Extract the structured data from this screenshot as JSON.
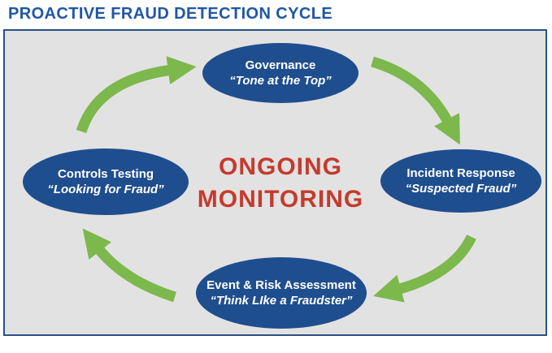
{
  "header": {
    "title": "PROACTIVE FRAUD DETECTION CYCLE"
  },
  "diagram": {
    "center": {
      "line1": "ONGOING",
      "line2": "MONITORING"
    },
    "nodes": [
      {
        "id": "governance",
        "title": "Governance",
        "subtitle": "“Tone at the Top”"
      },
      {
        "id": "incident-response",
        "title": "Incident Response",
        "subtitle": "“Suspected Fraud”"
      },
      {
        "id": "event-risk-assessment",
        "title": "Event & Risk Assessment",
        "subtitle": "“Think LIke a Fraudster”"
      },
      {
        "id": "controls-testing",
        "title": "Controls Testing",
        "subtitle": "“Looking for Fraud”"
      }
    ],
    "arrows": [
      {
        "name": "arrow-controls-to-governance",
        "direction": "up-right"
      },
      {
        "name": "arrow-governance-to-incident",
        "direction": "down-right"
      },
      {
        "name": "arrow-incident-to-event",
        "direction": "down-left"
      },
      {
        "name": "arrow-event-to-controls",
        "direction": "up-left"
      }
    ],
    "colors": {
      "node_fill": "#1F4E8E",
      "arrow_green": "#7CB84C",
      "center_red": "#C43B2D",
      "title_blue": "#2156A5",
      "panel_background": "#E3E2E2",
      "panel_border": "#2A5183"
    }
  }
}
